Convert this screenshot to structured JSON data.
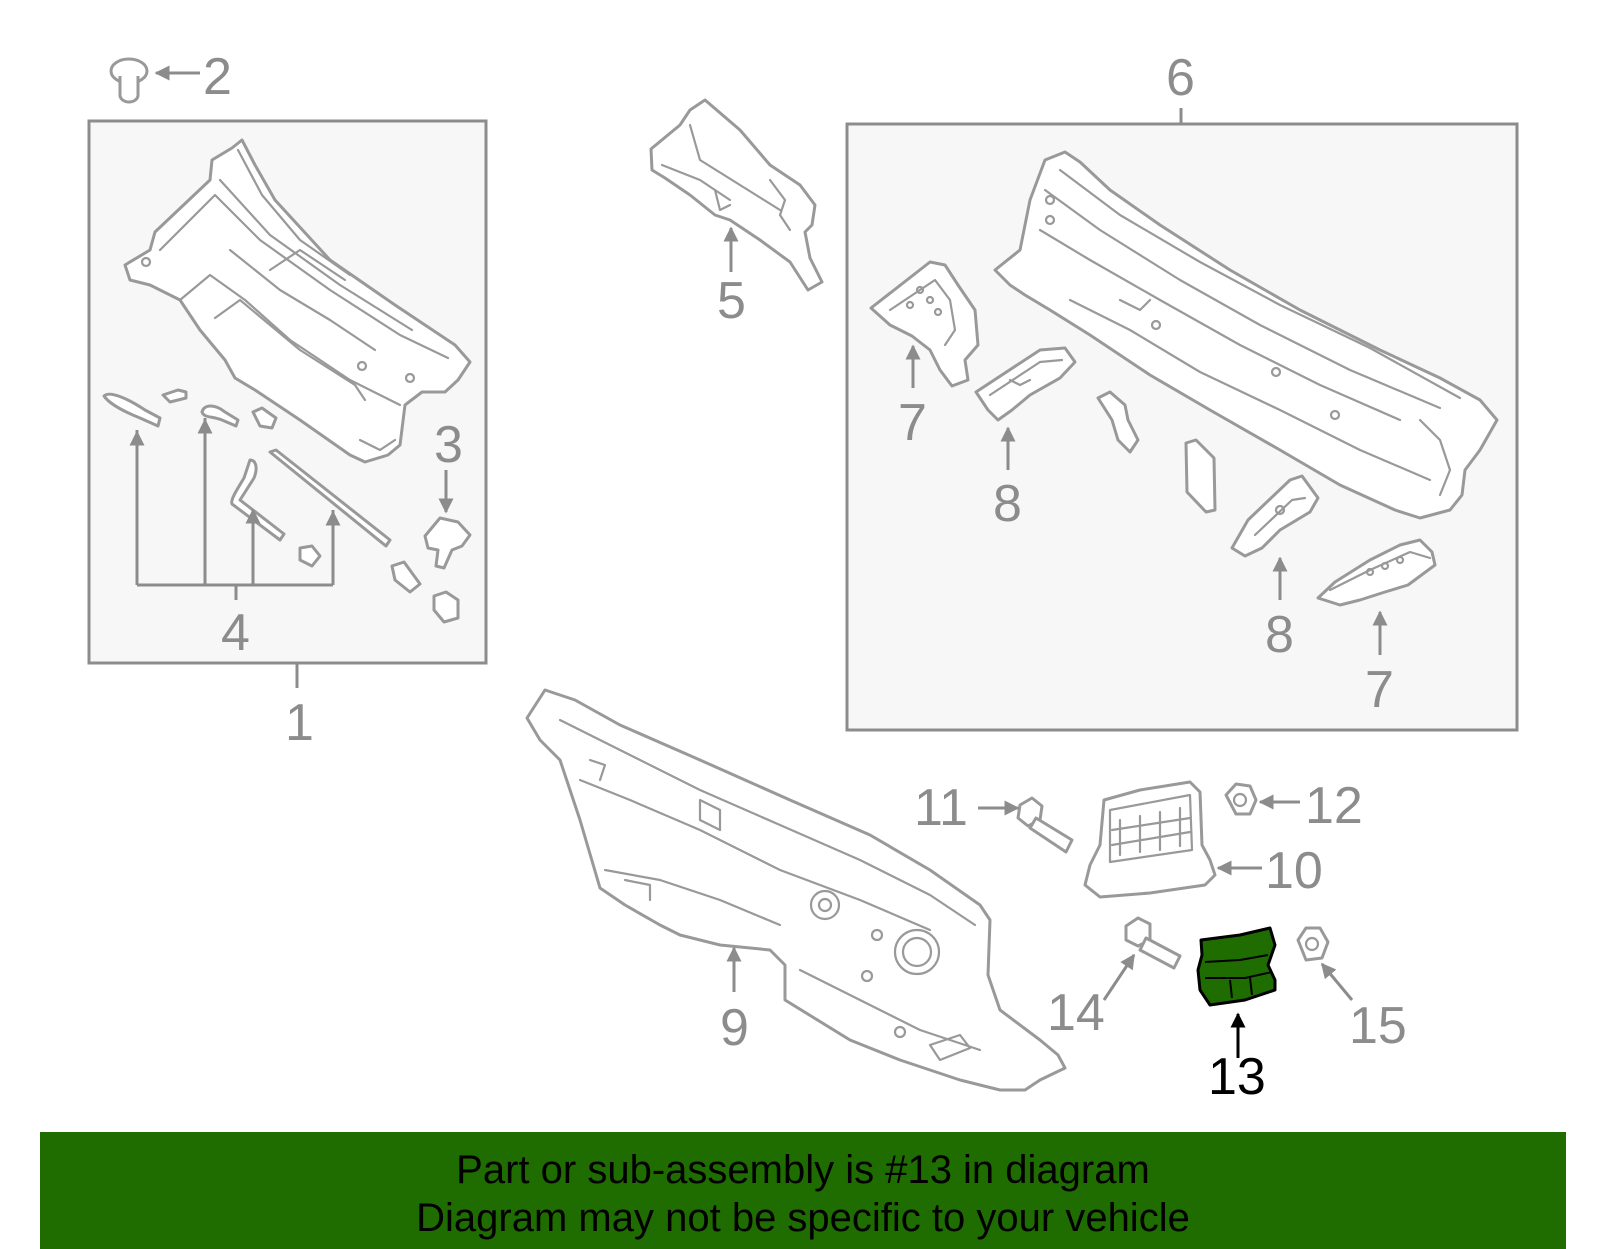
{
  "diagram": {
    "callouts": [
      {
        "id": "1",
        "text": "1"
      },
      {
        "id": "2",
        "text": "2"
      },
      {
        "id": "3",
        "text": "3"
      },
      {
        "id": "4",
        "text": "4"
      },
      {
        "id": "5",
        "text": "5"
      },
      {
        "id": "6",
        "text": "6"
      },
      {
        "id": "7a",
        "text": "7"
      },
      {
        "id": "7b",
        "text": "7"
      },
      {
        "id": "8a",
        "text": "8"
      },
      {
        "id": "8b",
        "text": "8"
      },
      {
        "id": "9",
        "text": "9"
      },
      {
        "id": "10",
        "text": "10"
      },
      {
        "id": "11",
        "text": "11"
      },
      {
        "id": "12",
        "text": "12"
      },
      {
        "id": "13",
        "text": "13"
      },
      {
        "id": "14",
        "text": "14"
      },
      {
        "id": "15",
        "text": "15"
      }
    ],
    "highlight_part": "13",
    "highlight_color": "#1f6d00"
  },
  "banner": {
    "line1": "Part or sub-assembly is #13 in diagram",
    "line2": "Diagram may not be specific to your vehicle",
    "background": "#1f6d00"
  }
}
